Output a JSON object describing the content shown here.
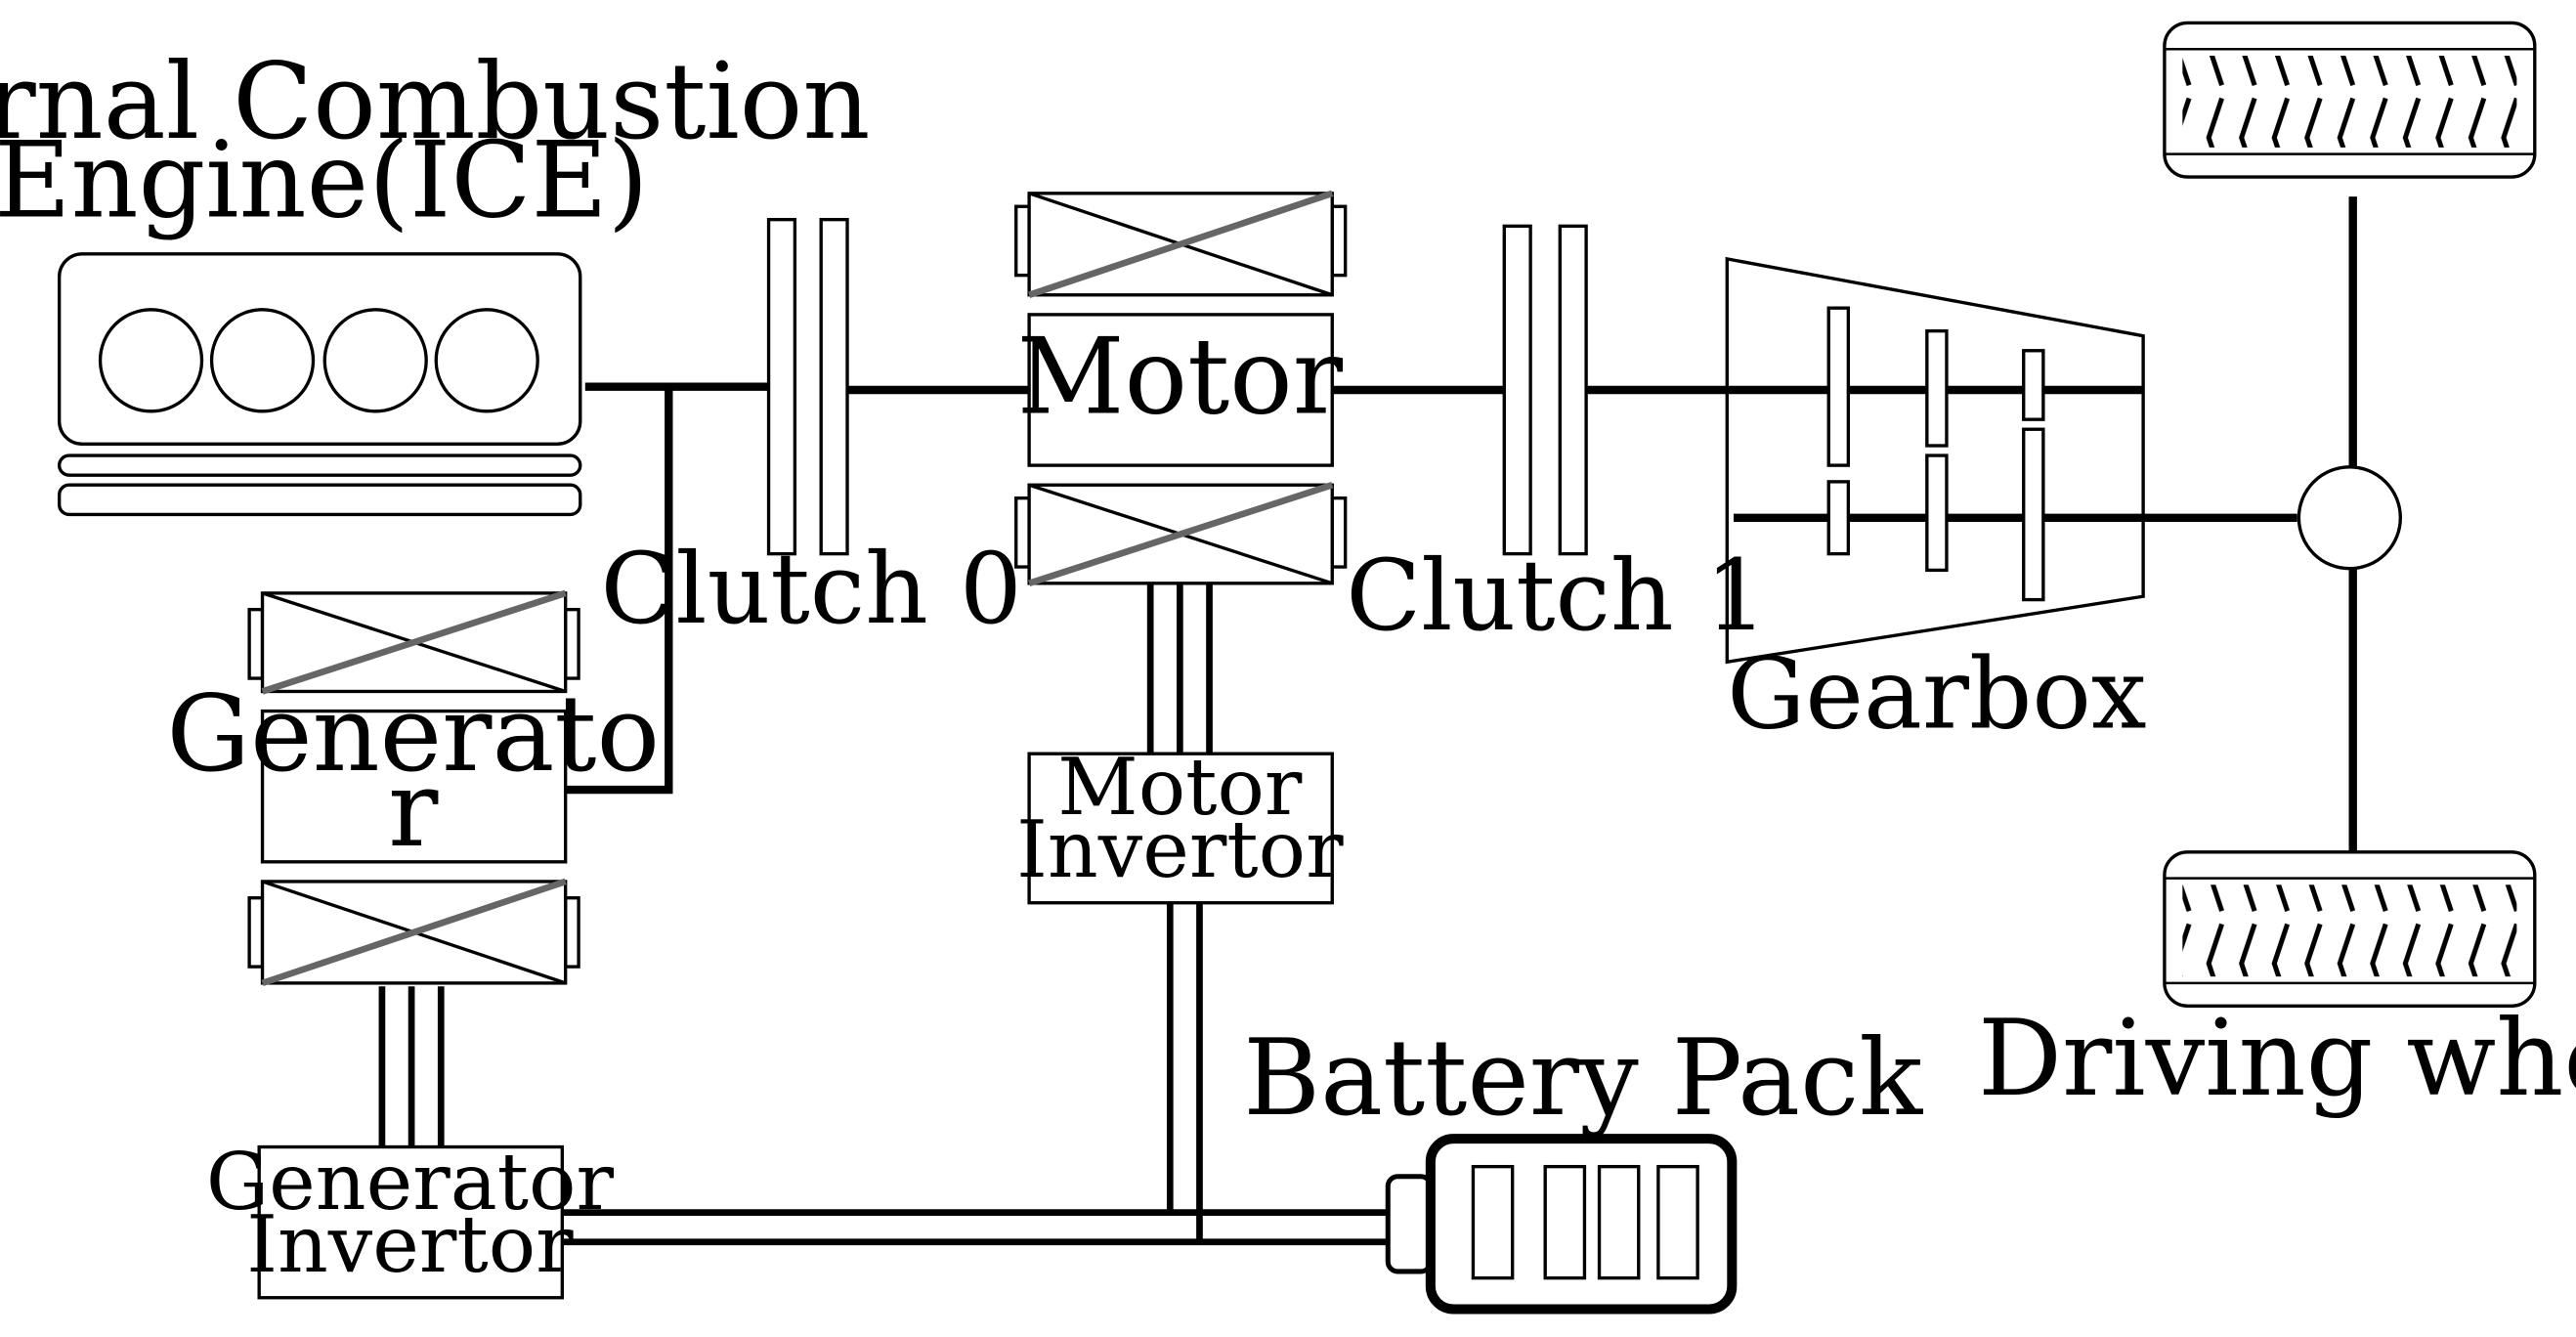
{
  "labels": {
    "ice_line1": "Internal Combustion",
    "ice_line2": "Engine(ICE)",
    "clutch0": "Clutch 0",
    "clutch1": "Clutch 1",
    "motor": "Motor",
    "generator_line1": "Generato",
    "generator_line2": "r",
    "motor_invertor_line1": "Motor",
    "motor_invertor_line2": "Invertor",
    "generator_invertor_line1": "Generator",
    "generator_invertor_line2": "Invertor",
    "battery_pack": "Battery Pack",
    "gearbox": "Gearbox",
    "driving_wheel": "Driving wheel"
  }
}
